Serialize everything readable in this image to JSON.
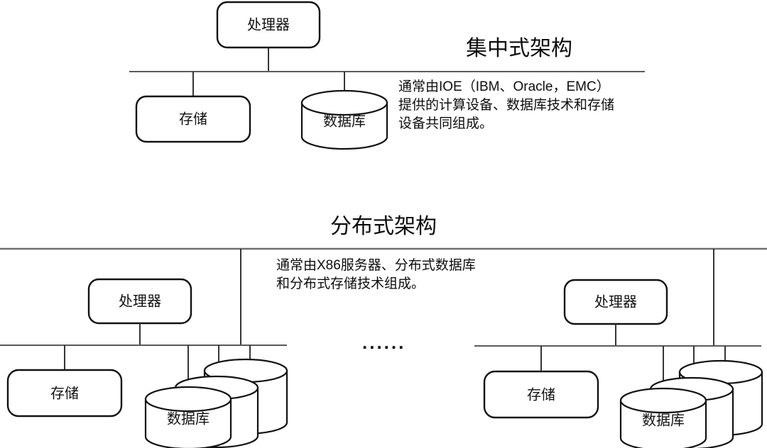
{
  "diagram": {
    "title_top": "集中式架构",
    "title_bottom": "分布式架构",
    "ellipsis": "......",
    "labels": {
      "processor": "处理器",
      "storage": "存储",
      "database": "数据库"
    },
    "centralized": {
      "title": "集中式架构",
      "description_lines": [
        "通常由IOE（IBM、Oracle，EMC）",
        "提供的计算设备、数据库技术和存储",
        "设备共同组成。"
      ],
      "nodes": [
        {
          "id": "processor",
          "label": "处理器",
          "shape": "rounded-rect"
        },
        {
          "id": "storage",
          "label": "存储",
          "shape": "rounded-rect"
        },
        {
          "id": "database",
          "label": "数据库",
          "shape": "cylinder"
        }
      ]
    },
    "distributed": {
      "title": "分布式架构",
      "description_lines": [
        "通常由X86服务器、分布式数据库",
        "和分布式存储技术组成。"
      ],
      "ellipsis": "......",
      "clusters": [
        {
          "id": "cluster-left",
          "nodes": [
            {
              "id": "processor",
              "label": "处理器",
              "shape": "rounded-rect"
            },
            {
              "id": "storage",
              "label": "存储",
              "shape": "rounded-rect"
            },
            {
              "id": "database",
              "label": "数据库",
              "shape": "cylinder-stack",
              "count": 3
            }
          ]
        },
        {
          "id": "cluster-right",
          "nodes": [
            {
              "id": "processor",
              "label": "处理器",
              "shape": "rounded-rect"
            },
            {
              "id": "storage",
              "label": "存储",
              "shape": "rounded-rect"
            },
            {
              "id": "database",
              "label": "数据库",
              "shape": "cylinder-stack",
              "count": 3
            }
          ]
        }
      ]
    },
    "colors": {
      "background": "#ffffff",
      "shape_stroke": "#121212",
      "shape_fill": "#ffffff",
      "bus_line": "#5a5a5a",
      "rule_line": "#6e6e6e",
      "text": "#0d0d0d"
    }
  }
}
